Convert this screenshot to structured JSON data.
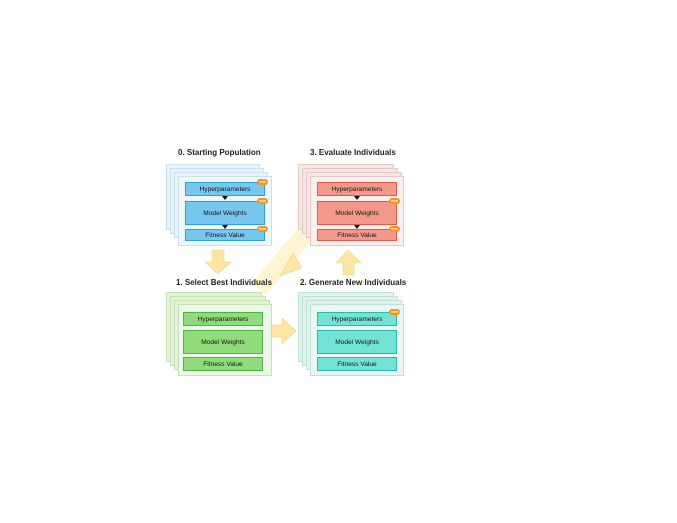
{
  "colors": {
    "blue": "#78c7ee",
    "blue_bg": "#e6f3fb",
    "blue_border": "#2d9fd9",
    "red": "#f3998c",
    "red_bg": "#f7ebe9",
    "red_border": "#e2584b",
    "green": "#8fdc7a",
    "green_bg": "#eaf6e3",
    "green_border": "#4fb447",
    "teal": "#74e3d7",
    "teal_bg": "#e6f5f1",
    "teal_border": "#2cbaa8",
    "arrow": "#fde6a4",
    "arrow_dark": "#f7c96b",
    "badge": "#f7941d"
  },
  "stages": {
    "start": {
      "title": "0. Starting Population",
      "hyper": "Hyperparameters",
      "weights": "Model Weights",
      "fitness": "Fitness Value",
      "badge_hyper": "new",
      "badge_weights": "new",
      "badge_fitness": "new"
    },
    "evaluate": {
      "title": "3. Evaluate Individuals",
      "hyper": "Hyperparameters",
      "weights": "Model Weights",
      "fitness": "Fitness Value",
      "badge_weights": "new",
      "badge_fitness": "new"
    },
    "select": {
      "title": "1. Select Best Individuals",
      "hyper": "Hyperparameters",
      "weights": "Model Weights",
      "fitness": "Fitness Value"
    },
    "generate": {
      "title": "2. Generate New Individuals",
      "hyper": "Hyperparameters",
      "weights": "Model Weights",
      "fitness": "Fitness Value",
      "badge_hyper": "new"
    }
  }
}
